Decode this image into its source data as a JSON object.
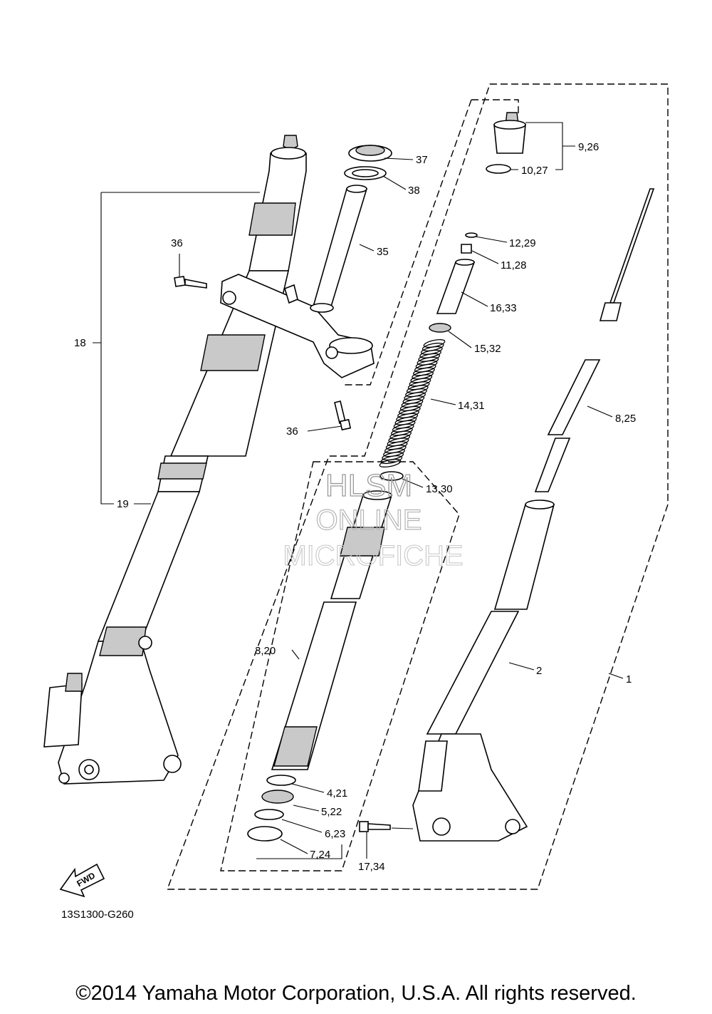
{
  "callouts": {
    "p37": "37",
    "p38": "38",
    "p35": "35",
    "p36a": "36",
    "p36b": "36",
    "p18": "18",
    "p19": "19",
    "p9_26": "9,26",
    "p10_27": "10,27",
    "p12_29": "12,29",
    "p11_28": "11,28",
    "p16_33": "16,33",
    "p15_32": "15,32",
    "p14_31": "14,31",
    "p8_25": "8,25",
    "p13_30": "13,30",
    "p3_20": "3,20",
    "p2": "2",
    "p1": "1",
    "p4_21": "4,21",
    "p5_22": "5,22",
    "p6_23": "6,23",
    "p7_24": "7,24",
    "p17_34": "17,34"
  },
  "watermark": {
    "line1": "HLSM",
    "line2": "ONLINE",
    "line3": "MICROFICHE"
  },
  "fwd_label": "FWD",
  "diagram_code": "13S1300-G260",
  "copyright": "©2014 Yamaha Motor Corporation, U.S.A. All rights reserved."
}
